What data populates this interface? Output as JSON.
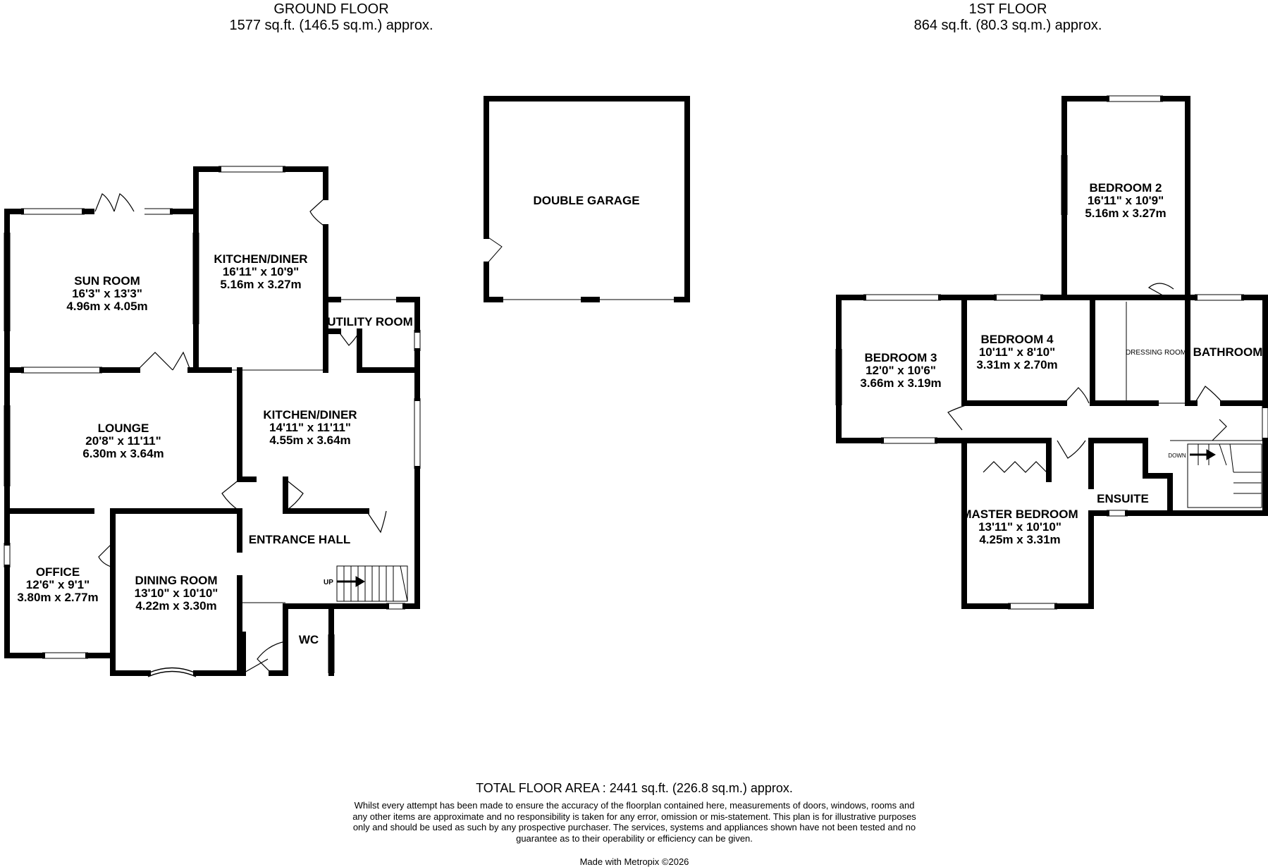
{
  "ground_floor": {
    "title": "GROUND FLOOR",
    "area": "1577 sq.ft. (146.5 sq.m.) approx.",
    "rooms": [
      {
        "name": "SUN ROOM",
        "imperial": "16'3\"  x 13'3\"",
        "metric": "4.96m  x 4.05m"
      },
      {
        "name": "KITCHEN/DINER",
        "imperial": "16'11\"  x 10'9\"",
        "metric": "5.16m  x 3.27m"
      },
      {
        "name": "UTILITY ROOM"
      },
      {
        "name": "LOUNGE",
        "imperial": "20'8\"  x 11'11\"",
        "metric": "6.30m  x 3.64m"
      },
      {
        "name": "KITCHEN/DINER",
        "imperial": "14'11\"  x 11'11\"",
        "metric": "4.55m  x 3.64m"
      },
      {
        "name": "ENTRANCE HALL"
      },
      {
        "name": "OFFICE",
        "imperial": "12'6\"  x 9'1\"",
        "metric": "3.80m  x 2.77m"
      },
      {
        "name": "DINING ROOM",
        "imperial": "13'10\"  x 10'10\"",
        "metric": "4.22m  x 3.30m"
      },
      {
        "name": "WC"
      },
      {
        "name": "DOUBLE GARAGE"
      }
    ],
    "stairs_label": "UP"
  },
  "first_floor": {
    "title": "1ST FLOOR",
    "area": "864 sq.ft. (80.3 sq.m.) approx.",
    "rooms": [
      {
        "name": "BEDROOM 2",
        "imperial": "16'11\"  x 10'9\"",
        "metric": "5.16m  x 3.27m"
      },
      {
        "name": "BEDROOM 3",
        "imperial": "12'0\"  x 10'6\"",
        "metric": "3.66m  x 3.19m"
      },
      {
        "name": "BEDROOM 4",
        "imperial": "10'11\"  x 8'10\"",
        "metric": "3.31m  x 2.70m"
      },
      {
        "name": "DRESSING ROOM"
      },
      {
        "name": "BATHROOM"
      },
      {
        "name": "MASTER BEDROOM",
        "imperial": "13'11\"  x 10'10\"",
        "metric": "4.25m  x 3.31m"
      },
      {
        "name": "ENSUITE"
      }
    ],
    "stairs_label": "DOWN"
  },
  "footer": {
    "total": "TOTAL FLOOR AREA : 2441 sq.ft. (226.8 sq.m.) approx.",
    "disclaimer": "Whilst every attempt has been made to ensure the accuracy of the floorplan contained here, measurements of doors, windows, rooms and any other items are approximate and no responsibility is taken for any error, omission or mis-statement. This plan is for illustrative purposes only and should be used as such by any prospective purchaser. The services, systems and appliances shown have not been tested and no guarantee as to their operability or efficiency can be given.",
    "credit": "Made with Metropix ©2026"
  }
}
